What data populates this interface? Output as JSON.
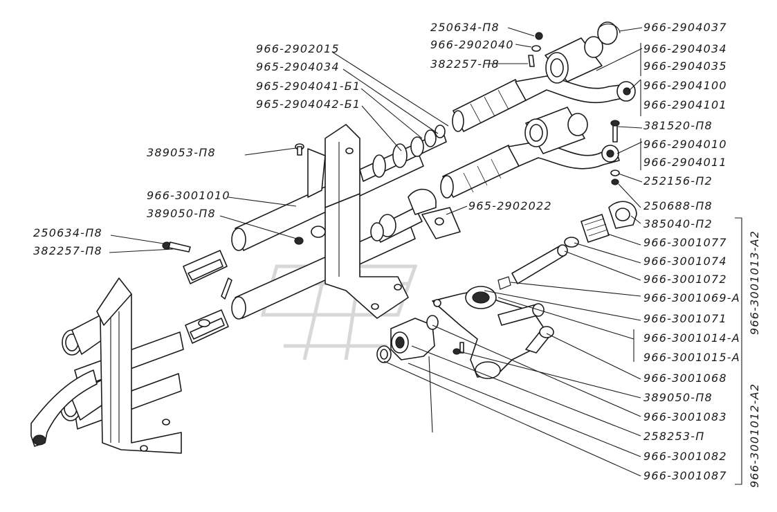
{
  "colors": {
    "ink": "#1a1a1a",
    "paper": "#ffffff",
    "watermark": "#d8d8d8"
  },
  "labels": {
    "l01": "250634-П8",
    "l02": "966-2902040",
    "l03": "382257-П8",
    "l04": "966-2902015",
    "l05": "965-2904034",
    "l06": "965-2904041-Б1",
    "l07": "965-2904042-Б1",
    "l08": "389053-П8",
    "l09": "966-3001010",
    "l10": "389050-П8",
    "l11": "250634-П8",
    "l12": "382257-П8",
    "l13": "965-2902022",
    "r01": "966-2904037",
    "r02": "966-2904034",
    "r03": "966-2904035",
    "r04": "966-2904100",
    "r05": "966-2904101",
    "r06": "381520-П8",
    "r07": "966-2904010",
    "r08": "966-2904011",
    "r09": "252156-П2",
    "r10": "250688-П8",
    "r11": "385040-П2",
    "r12": "966-3001077",
    "r13": "966-3001074",
    "r14": "966-3001072",
    "r15": "966-3001069-А",
    "r16": "966-3001071",
    "r17": "966-3001014-А",
    "r18": "966-3001015-А",
    "r19": "966-3001068",
    "r20": "389050-П8",
    "r21": "966-3001083",
    "r22": "258253-П",
    "r23": "966-3001082",
    "r24": "966-3001087",
    "v1": "966-3001013-А2",
    "v2": "966-3001012-А2"
  }
}
